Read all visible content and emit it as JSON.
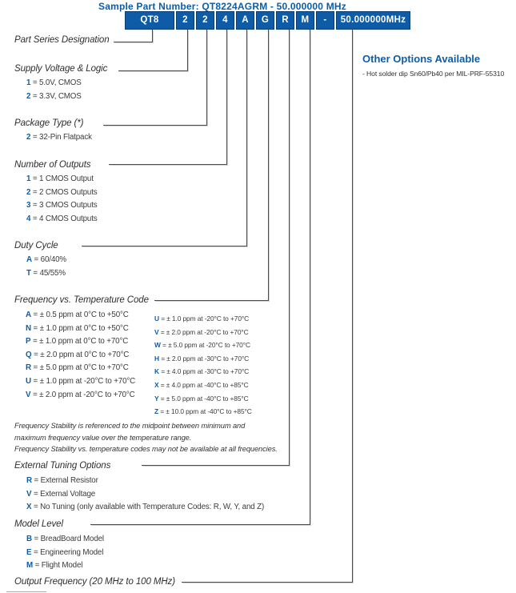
{
  "header": {
    "sample_label": "Sample Part Number: QT8224AGRM - 50.000000 MHz"
  },
  "part_number": {
    "cells": [
      "QT8",
      "2",
      "2",
      "4",
      "A",
      "G",
      "R",
      "M",
      "-",
      "50.000000MHz"
    ]
  },
  "other_options": {
    "title": "Other Options Available",
    "item": "- Hot solder dip Sn60/Pb40 per MIL-PRF-55310"
  },
  "sections": {
    "part_series": {
      "label": "Part Series Designation"
    },
    "supply_voltage": {
      "label": "Supply Voltage & Logic",
      "items": [
        {
          "code": "1",
          "desc": "= 5.0V, CMOS"
        },
        {
          "code": "2",
          "desc": "= 3.3V, CMOS"
        }
      ]
    },
    "package_type": {
      "label": "Package Type (*)",
      "items": [
        {
          "code": "2",
          "desc": "= 32-Pin Flatpack"
        }
      ]
    },
    "number_of_outputs": {
      "label": "Number of Outputs",
      "items": [
        {
          "code": "1",
          "desc": "= 1 CMOS Output"
        },
        {
          "code": "2",
          "desc": "= 2 CMOS Outputs"
        },
        {
          "code": "3",
          "desc": "= 3 CMOS Outputs"
        },
        {
          "code": "4",
          "desc": "= 4 CMOS Outputs"
        }
      ]
    },
    "duty_cycle": {
      "label": "Duty Cycle",
      "items": [
        {
          "code": "A",
          "desc": "= 60/40%"
        },
        {
          "code": "T",
          "desc": "= 45/55%"
        }
      ]
    },
    "freq_temp": {
      "label": "Frequency vs. Temperature Code",
      "left": [
        {
          "code": "A",
          "desc": "= ± 0.5 ppm at 0°C to +50°C"
        },
        {
          "code": "N",
          "desc": "= ± 1.0 ppm at 0°C to +50°C"
        },
        {
          "code": "P",
          "desc": "= ± 1.0 ppm at 0°C to +70°C"
        },
        {
          "code": "Q",
          "desc": "= ± 2.0 ppm at 0°C to +70°C"
        },
        {
          "code": "R",
          "desc": "= ± 5.0 ppm at 0°C to +70°C"
        },
        {
          "code": "U",
          "desc": "= ± 1.0 ppm at -20°C to +70°C"
        },
        {
          "code": "V",
          "desc": "= ± 2.0 ppm at -20°C to +70°C"
        }
      ],
      "right": [
        {
          "code": "U",
          "desc": "= ± 1.0 ppm at -20°C to +70°C"
        },
        {
          "code": "V",
          "desc": "= ± 2.0 ppm at -20°C to +70°C"
        },
        {
          "code": "W",
          "desc": "= ± 5.0 ppm at -20°C to +70°C"
        },
        {
          "code": "H",
          "desc": "= ± 2.0 ppm at -30°C to +70°C"
        },
        {
          "code": "K",
          "desc": "= ± 4.0 ppm at -30°C to +70°C"
        },
        {
          "code": "X",
          "desc": "= ± 4.0 ppm at -40°C to +85°C"
        },
        {
          "code": "Y",
          "desc": "= ± 5.0 ppm at -40°C to +85°C"
        },
        {
          "code": "Z",
          "desc": "= ± 10.0 ppm at -40°C to +85°C"
        }
      ]
    },
    "notes": {
      "note1": "Frequency Stability is referenced to the midpoint between minimum and maximum frequency value over the temperature range.",
      "note2": "Frequency Stability vs. temperature codes may not be available at all frequencies."
    },
    "external_tuning": {
      "label": "External Tuning Options",
      "items": [
        {
          "code": "R",
          "desc": "= External Resistor"
        },
        {
          "code": "V",
          "desc": "= External Voltage"
        },
        {
          "code": "X",
          "desc": "= No Tuning (only available with Temperature Codes: R, W, Y, and Z)"
        }
      ]
    },
    "model_level": {
      "label": "Model Level",
      "items": [
        {
          "code": "B",
          "desc": "= BreadBoard Model"
        },
        {
          "code": "E",
          "desc": "= Engineering Model"
        },
        {
          "code": "M",
          "desc": "= Flight Model"
        }
      ]
    },
    "output_frequency": {
      "label": "Output Frequency (20 MHz to 100 MHz)"
    }
  },
  "colors": {
    "brand_blue": "#0c5da8",
    "cell_background": "#0e5ca7",
    "text_dark": "#3b3b3b",
    "line": "#4c4c4c"
  }
}
